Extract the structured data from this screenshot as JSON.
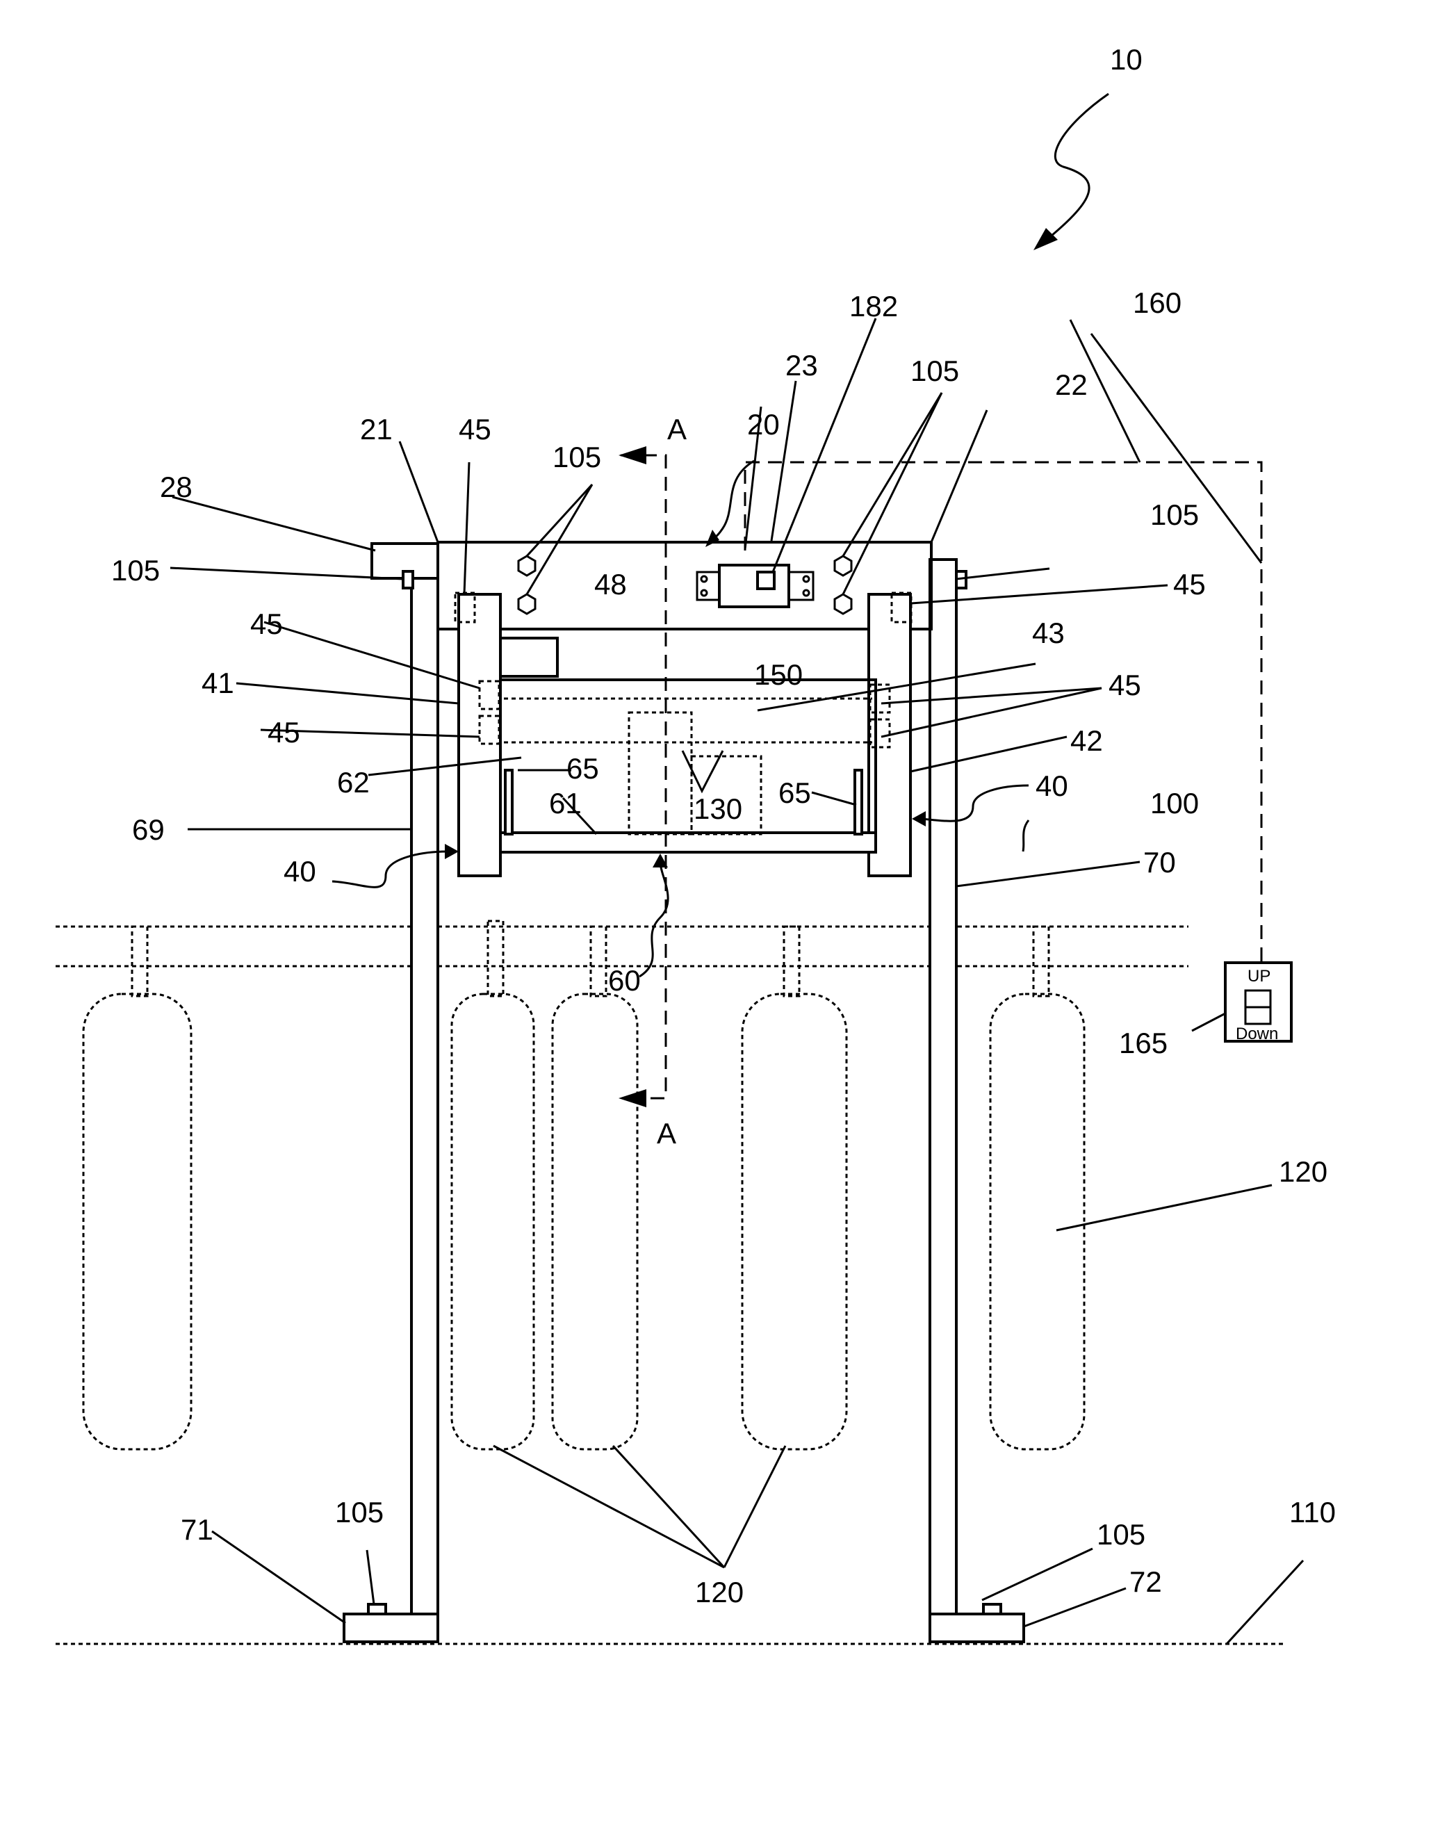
{
  "labels": {
    "l10": "10",
    "l182": "182",
    "l160": "160",
    "l23": "23",
    "l105a": "105",
    "l105b": "105",
    "l105c": "105",
    "l105d": "105",
    "l105e": "105",
    "l105f": "105",
    "l22": "22",
    "l21": "21",
    "l45a": "45",
    "l45b": "45",
    "l45c": "45",
    "l45d": "45",
    "l45e": "45",
    "l20": "20",
    "l28": "28",
    "l48": "48",
    "l43": "43",
    "l150": "150",
    "l41": "41",
    "l42": "42",
    "l62": "62",
    "l65a": "65",
    "l65b": "65",
    "l130": "130",
    "l61": "61",
    "l40a": "40",
    "l40b": "40",
    "l100": "100",
    "l69": "69",
    "l70": "70",
    "l60": "60",
    "l165": "165",
    "l120a": "120",
    "l120b": "120",
    "l71": "71",
    "l72": "72",
    "l110": "110",
    "sectionA_top": "A",
    "sectionA_bottom": "A"
  },
  "switch": {
    "up": "UP",
    "down": "Down"
  }
}
